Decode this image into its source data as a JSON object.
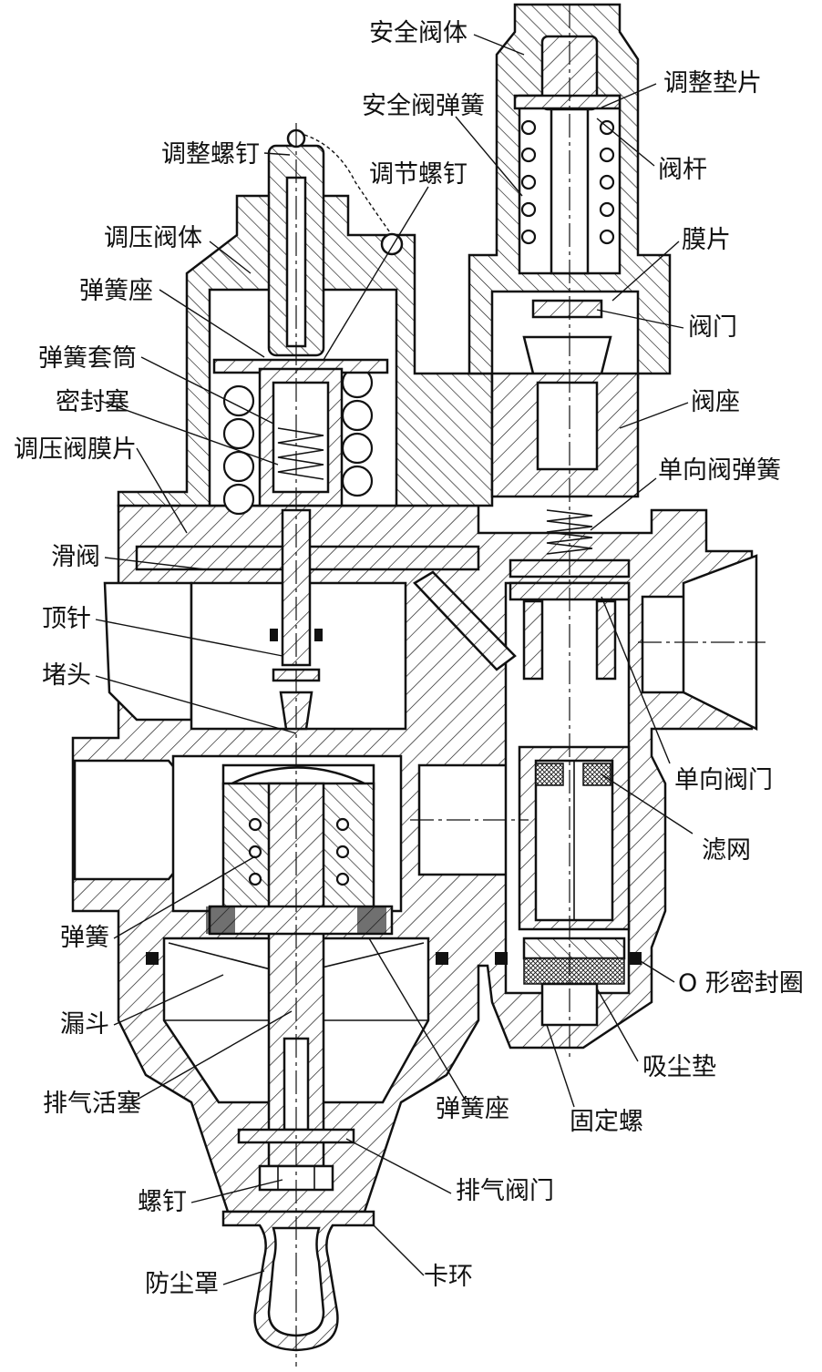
{
  "labels_left": [
    {
      "id": "adjust-screw",
      "text": "调整螺钉"
    },
    {
      "id": "regulator-body",
      "text": "调压阀体"
    },
    {
      "id": "spring-seat-top",
      "text": "弹簧座"
    },
    {
      "id": "spring-sleeve",
      "text": "弹簧套筒"
    },
    {
      "id": "seal-plug",
      "text": "密封塞"
    },
    {
      "id": "regulator-diaphragm",
      "text": "调压阀膜片"
    },
    {
      "id": "slide-valve",
      "text": "滑阀"
    },
    {
      "id": "ejector-pin",
      "text": "顶针"
    },
    {
      "id": "plug",
      "text": "堵头"
    },
    {
      "id": "spring",
      "text": "弹簧"
    },
    {
      "id": "funnel",
      "text": "漏斗"
    },
    {
      "id": "exhaust-piston",
      "text": "排气活塞"
    },
    {
      "id": "screw",
      "text": "螺钉"
    },
    {
      "id": "dust-cap",
      "text": "防尘罩"
    }
  ],
  "labels_right": [
    {
      "id": "safety-valve-body",
      "text": "安全阀体"
    },
    {
      "id": "safety-valve-spring",
      "text": "安全阀弹簧"
    },
    {
      "id": "adjust-shim",
      "text": "调整垫片"
    },
    {
      "id": "regulating-screw",
      "text": "调节螺钉"
    },
    {
      "id": "valve-stem",
      "text": "阀杆"
    },
    {
      "id": "membrane",
      "text": "膜片"
    },
    {
      "id": "valve-door",
      "text": "阀门"
    },
    {
      "id": "valve-seat",
      "text": "阀座"
    },
    {
      "id": "check-valve-spring",
      "text": "单向阀弹簧"
    },
    {
      "id": "check-valve-door",
      "text": "单向阀门"
    },
    {
      "id": "filter-screen",
      "text": "滤网"
    },
    {
      "id": "o-ring",
      "text": "O 形密封圈"
    },
    {
      "id": "dust-pad",
      "text": "吸尘垫"
    },
    {
      "id": "spring-seat-bottom",
      "text": "弹簧座"
    },
    {
      "id": "fix-screw",
      "text": "固定螺"
    },
    {
      "id": "exhaust-valve-door",
      "text": "排气阀门"
    },
    {
      "id": "snap-ring",
      "text": "卡环"
    }
  ]
}
